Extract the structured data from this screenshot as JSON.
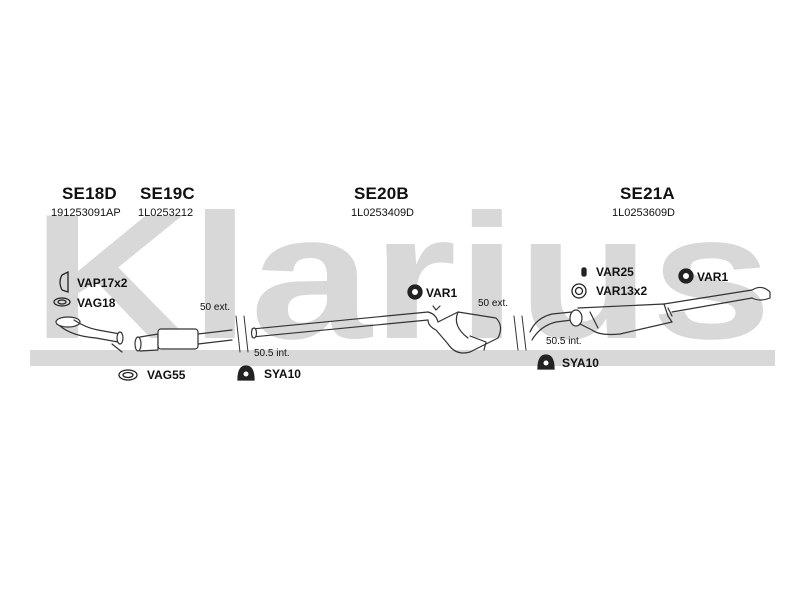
{
  "watermark": "Klarius",
  "colors": {
    "watermark": "#d6d6d6",
    "line": "#333333",
    "text": "#111111"
  },
  "sections": [
    {
      "code": "SE18D",
      "part_number": "191253091AP"
    },
    {
      "code": "SE19C",
      "part_number": "1L0253212"
    },
    {
      "code": "SE20B",
      "part_number": "1L0253409D"
    },
    {
      "code": "SE21A",
      "part_number": "1L0253609D"
    }
  ],
  "accessories": [
    {
      "label": "VAP17x2",
      "icon": "clamp-icon"
    },
    {
      "label": "VAG18",
      "icon": "gasket-ring-icon"
    },
    {
      "label": "VAG55",
      "icon": "gasket-ring-icon"
    },
    {
      "label": "SYA10",
      "icon": "hanger-mount-icon"
    },
    {
      "label": "VAR1",
      "icon": "rubber-ring-icon"
    },
    {
      "label": "SYA10",
      "icon": "hanger-mount-icon"
    },
    {
      "label": "VAR25",
      "icon": "hanger-pin-icon"
    },
    {
      "label": "VAR13x2",
      "icon": "rubber-ring-icon"
    },
    {
      "label": "VAR1",
      "icon": "rubber-ring-icon"
    }
  ],
  "measurements": [
    "50 ext.",
    "50.5 int.",
    "50 ext.",
    "50.5 int."
  ]
}
